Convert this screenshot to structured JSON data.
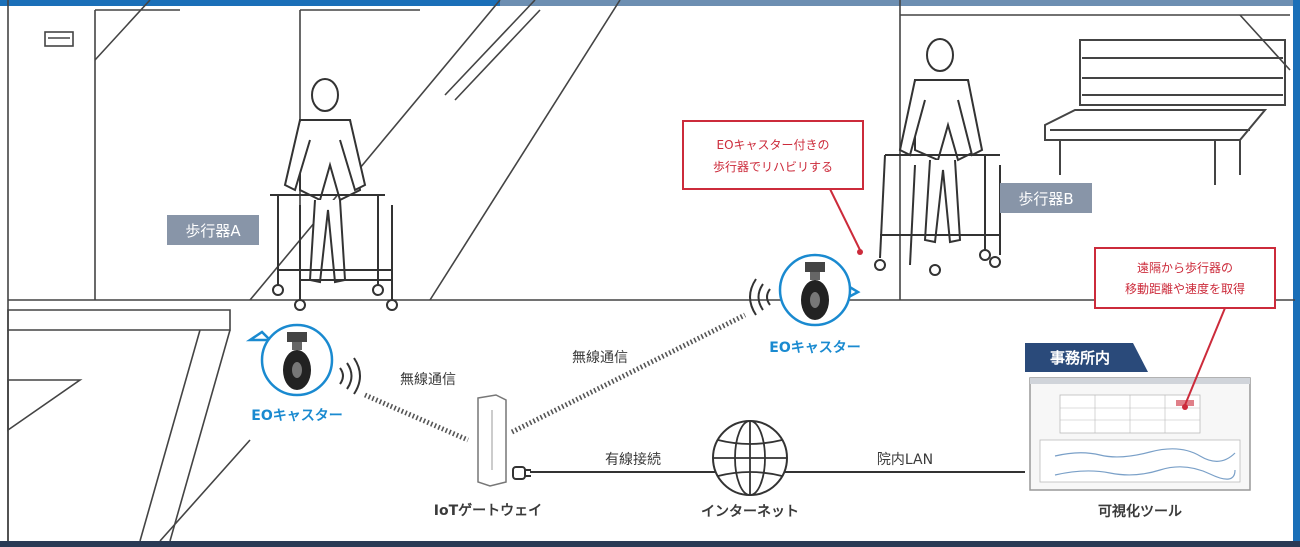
{
  "labels": {
    "walker_a": "歩行器A",
    "walker_b": "歩行器B",
    "caster_left": "EOキャスター",
    "caster_right": "EOキャスター",
    "wireless_left": "無線通信",
    "wireless_center": "無線通信",
    "gateway": "IoTゲートウェイ",
    "wired": "有線接続",
    "internet": "インターネット",
    "hospital_lan": "院内LAN",
    "office": "事務所内",
    "viz_tool": "可視化ツール"
  },
  "callouts": {
    "rehab_line1": "EOキャスター付きの",
    "rehab_line2": "歩行器でリハビリする",
    "remote_line1": "遠隔から歩行器の",
    "remote_line2": "移動距離や速度を取得"
  },
  "colors": {
    "accent_blue": "#1a8ad0",
    "callout_red": "#cc2b3b",
    "tag_bg": "#8895a8",
    "line_dark": "#3a3a3a"
  }
}
